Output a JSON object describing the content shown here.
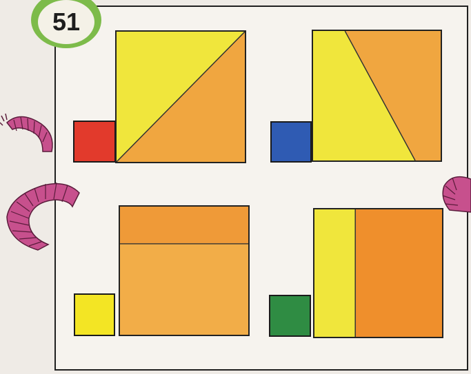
{
  "badge": {
    "number": "51"
  },
  "colors": {
    "red": "#e23a2c",
    "blue": "#2f5bb3",
    "yellow": "#f3e524",
    "green": "#2f8c43",
    "light_yellow": "#f0e63c",
    "orange": "#f0a640",
    "dark_orange": "#ef8f2c",
    "worm": "#c7508d"
  },
  "puzzles": [
    {
      "swatch": "red",
      "division": "diagonal"
    },
    {
      "swatch": "blue",
      "division": "slanted-vertical"
    },
    {
      "swatch": "yellow",
      "division": "horizontal"
    },
    {
      "swatch": "green",
      "division": "vertical"
    }
  ]
}
